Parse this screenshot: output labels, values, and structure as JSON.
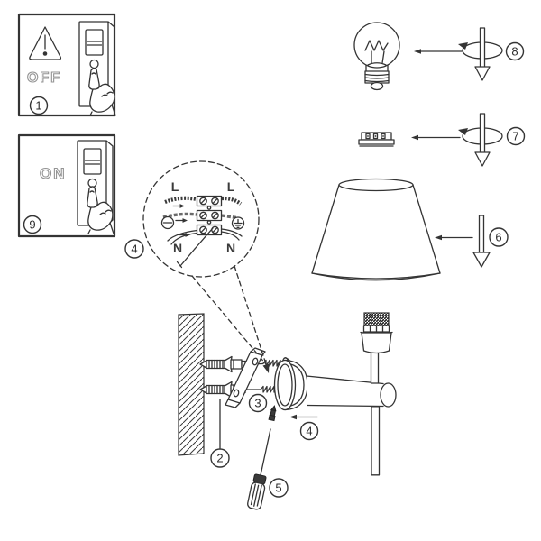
{
  "figure": {
    "type": "installation-instruction-diagram",
    "ink_color": "#343434",
    "muted_label_color": "#949494",
    "background": "#ffffff"
  },
  "labels": {
    "off": "OFF",
    "on": "ON",
    "live_left": "L",
    "live_right": "L",
    "neutral_left": "N",
    "neutral_right": "N"
  },
  "badges": {
    "warning_off": "1",
    "anchors": "2",
    "screws": "3",
    "wiring": "4",
    "set_screw": "4",
    "screwdriver": "5",
    "shade": "6",
    "ring": "7",
    "bulb": "8",
    "power_on": "9"
  }
}
